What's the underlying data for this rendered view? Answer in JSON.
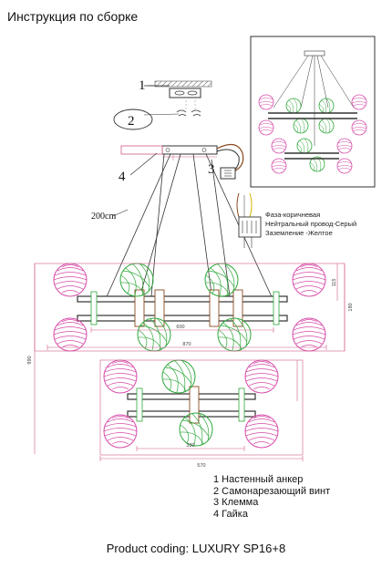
{
  "title": "Инструкция по сборке",
  "callouts": [
    "1",
    "2",
    "3",
    "4"
  ],
  "cable_length": "200cm",
  "wiring": {
    "phase": "Фаза-коричневая",
    "neutral": "Нейтральный провод-Серый",
    "ground": "Заземление -Желтое"
  },
  "dimensions": {
    "upper_bar": "600",
    "upper_overall": "870",
    "lower_bar": "330",
    "lower_overall": "570",
    "height_left": "990",
    "globe_height": "115",
    "tier_height": "180"
  },
  "legend": [
    "1 Настенный анкер",
    "2 Самонарезающий винт",
    "3 Клемма",
    "4 Гайка"
  ],
  "product_coding": "Product coding: LUXURY SP16+8",
  "colors": {
    "pink_globe": "#d64aa8",
    "green_globe": "#2ea83a",
    "bar": "#333333",
    "dimension_line": "#d05a8a",
    "wire_brown": "#8b4a1f",
    "wire_yellow": "#d6b400"
  }
}
